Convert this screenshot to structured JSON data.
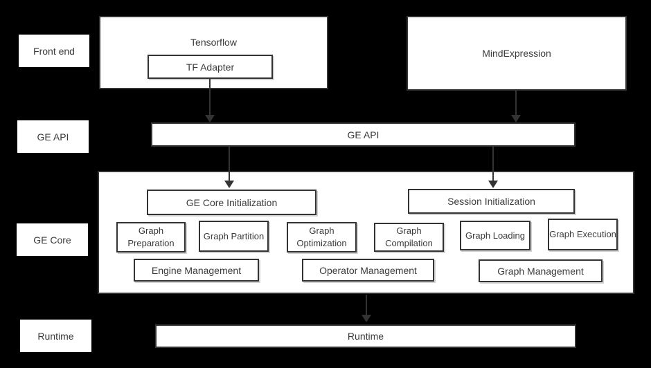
{
  "colors": {
    "background": "#000000",
    "box_fill": "#ffffff",
    "box_border": "#333333",
    "text": "#3a3a3a",
    "arrow": "#333333"
  },
  "side_labels": [
    "Front end",
    "GE API",
    "GE Core",
    "Runtime"
  ],
  "front_end": {
    "tensorflow_label": "Tensorflow",
    "tf_adapter_label": "TF Adapter",
    "mindexpression_label": "MindExpression"
  },
  "ge_api": {
    "label": "GE API"
  },
  "ge_core": {
    "ge_core_init_label": "GE Core Initialization",
    "session_init_label": "Session Initialization",
    "stages": [
      "Graph Preparation",
      "Graph Partition",
      "Graph Optimization",
      "Graph Compilation",
      "Graph Loading",
      "Graph Execution"
    ],
    "management": [
      "Engine Management",
      "Operator Management",
      "Graph Management"
    ]
  },
  "runtime": {
    "label": "Runtime"
  },
  "edges": [
    {
      "from": "tf-adapter",
      "to": "ge-api"
    },
    {
      "from": "mindexpression",
      "to": "ge-api"
    },
    {
      "from": "ge-api",
      "to": "ge-core-initialization"
    },
    {
      "from": "ge-api",
      "to": "session-initialization"
    },
    {
      "from": "ge-core",
      "to": "runtime"
    }
  ]
}
